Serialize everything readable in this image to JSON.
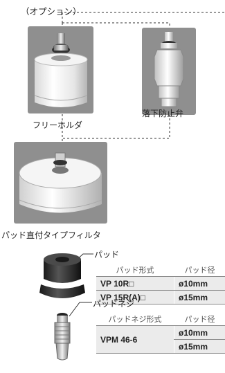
{
  "labels": {
    "option": "（オプション）",
    "free_holder": "フリーホルダ",
    "check_valve": "落下防止弁",
    "pad_filter": "パッド直付タイプフィルタ",
    "pad": "パッド",
    "pad_screw": "パッドネジ"
  },
  "pad_table": {
    "headers": [
      "パッド形式",
      "パッド径"
    ],
    "rows": [
      [
        "VP 10R□",
        "ø10mm"
      ],
      [
        "VP 15R(A)□",
        "ø15mm"
      ]
    ]
  },
  "screw_table": {
    "headers": [
      "パッドネジ形式",
      "パッド径"
    ],
    "model": "VPM 46-6",
    "sizes": [
      "ø10mm",
      "ø15mm"
    ]
  },
  "colors": {
    "photo_bg": "#8f8f8f",
    "table_cell": "#ebebeb",
    "dashed_line": "#333333"
  }
}
